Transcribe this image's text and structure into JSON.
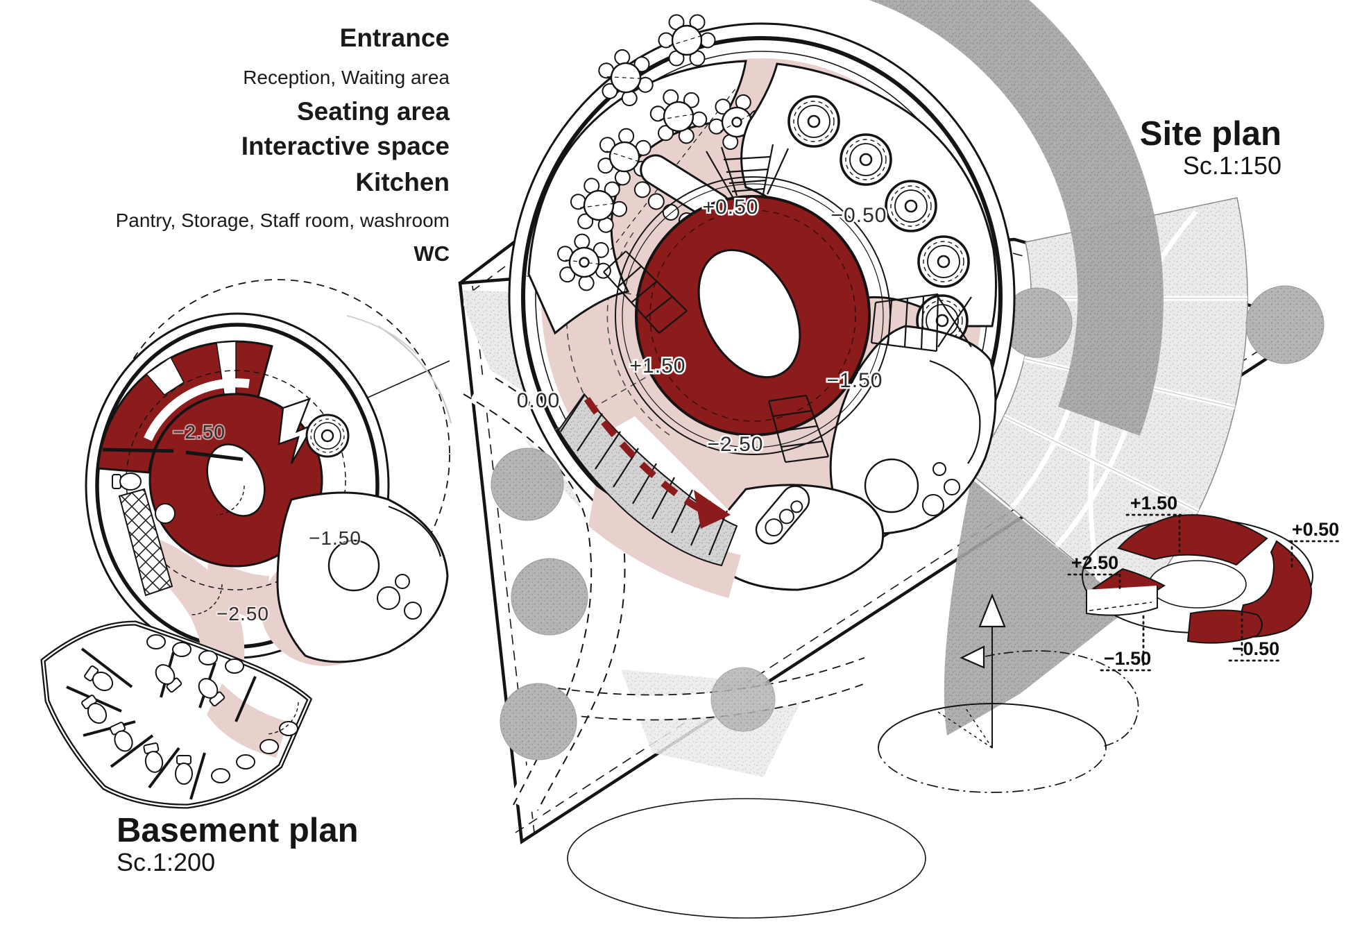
{
  "colors": {
    "accent_red": "#8C1B1B",
    "pink": "#E8D1CD",
    "ink": "#1a1a1a"
  },
  "legend": {
    "items": [
      {
        "label": "Entrance"
      },
      {
        "label": "Reception, Waiting area"
      },
      {
        "label": "Seating area"
      },
      {
        "label": "Interactive space"
      },
      {
        "label": "Kitchen"
      },
      {
        "label": "Pantry, Storage, Staff room, washroom"
      },
      {
        "label": "WC"
      }
    ]
  },
  "site_plan": {
    "title": "Site plan",
    "scale": "Sc.1:150",
    "levels": {
      "ground": "0.00",
      "seating": "+0.50",
      "interactive": "−0.50",
      "amphitheatre": "+1.50",
      "lounge": "−1.50",
      "lower_court": "−2.50"
    }
  },
  "basement_plan": {
    "title": "Basement plan",
    "scale": "Sc.1:200",
    "levels": {
      "kitchen": "−2.50",
      "lounge": "−1.50",
      "washroom": "−2.50"
    }
  },
  "exploded_axon": {
    "levels": {
      "top": "+1.50",
      "upper_right": "+0.50",
      "left": "+2.50",
      "lower_right": "−0.50",
      "lower_left": "−1.50"
    }
  }
}
